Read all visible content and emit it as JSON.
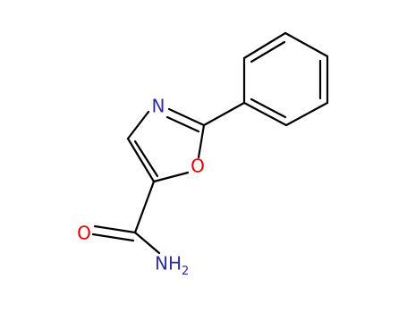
{
  "molecule": {
    "atoms": {
      "n": "N",
      "o_ring": "O",
      "o_carbonyl": "O",
      "amide_n": "NH",
      "amide_sub": "2"
    },
    "colors": {
      "nitrogen": "#2f2f9f",
      "oxygen": "#e00000",
      "bond": "#000000",
      "background": "#ffffff"
    }
  }
}
